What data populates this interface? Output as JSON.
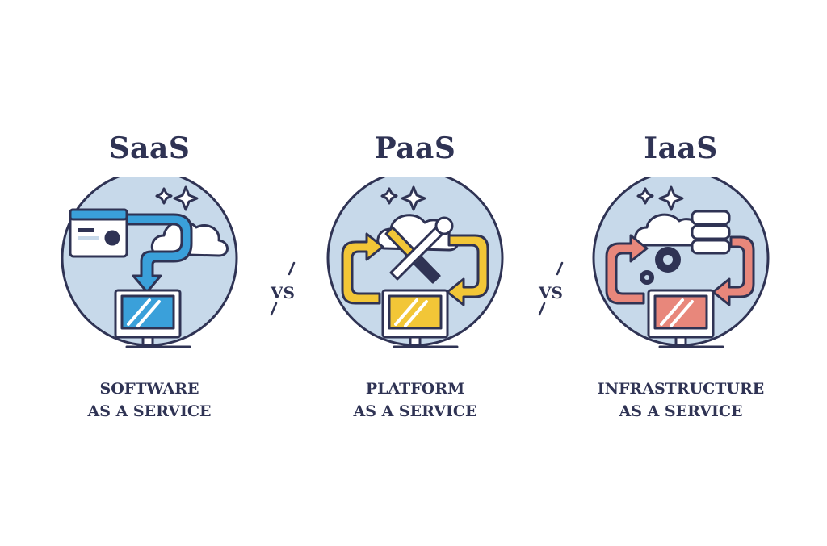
{
  "colors": {
    "ink": "#2f3354",
    "circle": "#c7d9ea",
    "saas_accent": "#3aa0da",
    "paas_accent": "#f2c637",
    "iaas_accent": "#e8877b"
  },
  "separator": {
    "label": "VS"
  },
  "columns": [
    {
      "title": "SaaS",
      "caption_line1": "SOFTWARE",
      "caption_line2": "AS A SERVICE",
      "icons": [
        "browser-window-icon",
        "cloud-icon",
        "arrow-icon",
        "monitor-icon",
        "sparkle-icon"
      ]
    },
    {
      "title": "PaaS",
      "caption_line1": "PLATFORM",
      "caption_line2": "AS A SERVICE",
      "icons": [
        "cloud-icon",
        "tools-icon",
        "cycle-arrows-icon",
        "monitor-icon",
        "sparkle-icon"
      ]
    },
    {
      "title": "IaaS",
      "caption_line1": "INFRASTRUCTURE",
      "caption_line2": "AS A SERVICE",
      "icons": [
        "cloud-icon",
        "server-stack-icon",
        "gears-icon",
        "cycle-arrows-icon",
        "monitor-icon",
        "sparkle-icon"
      ]
    }
  ]
}
